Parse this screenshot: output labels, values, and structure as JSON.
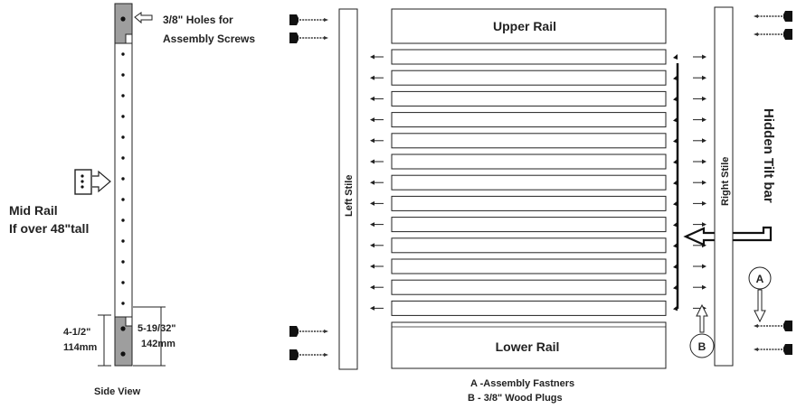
{
  "side_view": {
    "hole_label_line1": "3/8\" Holes for",
    "hole_label_line2": "Assembly Screws",
    "mid_rail_line1": "Mid Rail",
    "mid_rail_line2": "If over 48\"tall",
    "dim_left_in": "4-1/2\"",
    "dim_left_mm": "114mm",
    "dim_right_in": "5-19/32\"",
    "dim_right_mm": "142mm",
    "caption": "Side View"
  },
  "shutter": {
    "upper_rail": "Upper Rail",
    "lower_rail": "Lower Rail",
    "left_stile": "Left Stile",
    "right_stile": "Right Stile",
    "tilt_bar": "Hidden Tilt bar",
    "louver_count": 13
  },
  "markers": {
    "a": "A",
    "b": "B"
  },
  "legend": {
    "a": "A -Assembly Fastners",
    "b": "B - 3/8\" Wood Plugs"
  },
  "colors": {
    "stroke": "#222222",
    "rail_block": "#9e9e9e"
  }
}
